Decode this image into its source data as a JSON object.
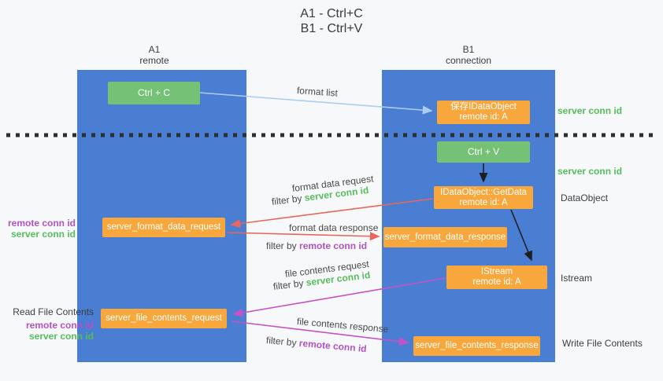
{
  "title": {
    "line1": "A1 - Ctrl+C",
    "line2": "B1 - Ctrl+V"
  },
  "lanes": {
    "a1": {
      "name": "A1",
      "subtitle": "remote"
    },
    "b1": {
      "name": "B1",
      "subtitle": "connection"
    }
  },
  "nodes": {
    "ctrl_c": {
      "label": "Ctrl + C"
    },
    "save_idataobject": {
      "line1": "保存IDataObject",
      "line2": "remote id: A"
    },
    "ctrl_v": {
      "label": "Ctrl + V"
    },
    "getdata": {
      "line1": "IDataObject::GetData",
      "line2": "remote id: A"
    },
    "format_request": {
      "label": "server_format_data_request"
    },
    "format_response": {
      "label": "server_format_data_response"
    },
    "istream": {
      "line1": "IStream",
      "line2": "remote id: A"
    },
    "file_request": {
      "label": "server_file_contents_request"
    },
    "file_response": {
      "label": "server_file_contents_response"
    }
  },
  "annotations": {
    "server_conn_id_top": "server conn id",
    "server_conn_id_mid": "server conn id",
    "dataobject": "DataObject",
    "istream": "Istream",
    "write_file_contents": "Write File Contents",
    "read_file_contents": "Read File Contents",
    "pair1": {
      "remote": "remote conn id",
      "server": "server conn id"
    },
    "pair2": {
      "remote": "remote conn id",
      "server": "server conn id"
    }
  },
  "flows": {
    "format_list": {
      "label": "format list"
    },
    "format_data_request": {
      "label": "format data request",
      "filter_prefix": "filter by",
      "filter_key": "server conn id"
    },
    "format_data_response": {
      "label": "format data response",
      "filter_prefix": "filter by",
      "filter_key": "remote conn id"
    },
    "file_contents_request": {
      "label": "file contents request",
      "filter_prefix": "filter by",
      "filter_key": "server conn id"
    },
    "file_contents_response": {
      "label": "file contents response",
      "filter_prefix": "filter by",
      "filter_key": "remote conn id"
    }
  },
  "colors": {
    "lane_blue": "#4a7ed2",
    "action_green": "#75c175",
    "node_orange": "#f7a73b",
    "conn_id_green": "#56bd5c",
    "conn_id_purple": "#b153c5",
    "arrow_red": "#e8675c",
    "arrow_magenta": "#c553c5",
    "arrow_light_blue": "#aacdf0",
    "arrow_black": "#1f1f1f"
  }
}
